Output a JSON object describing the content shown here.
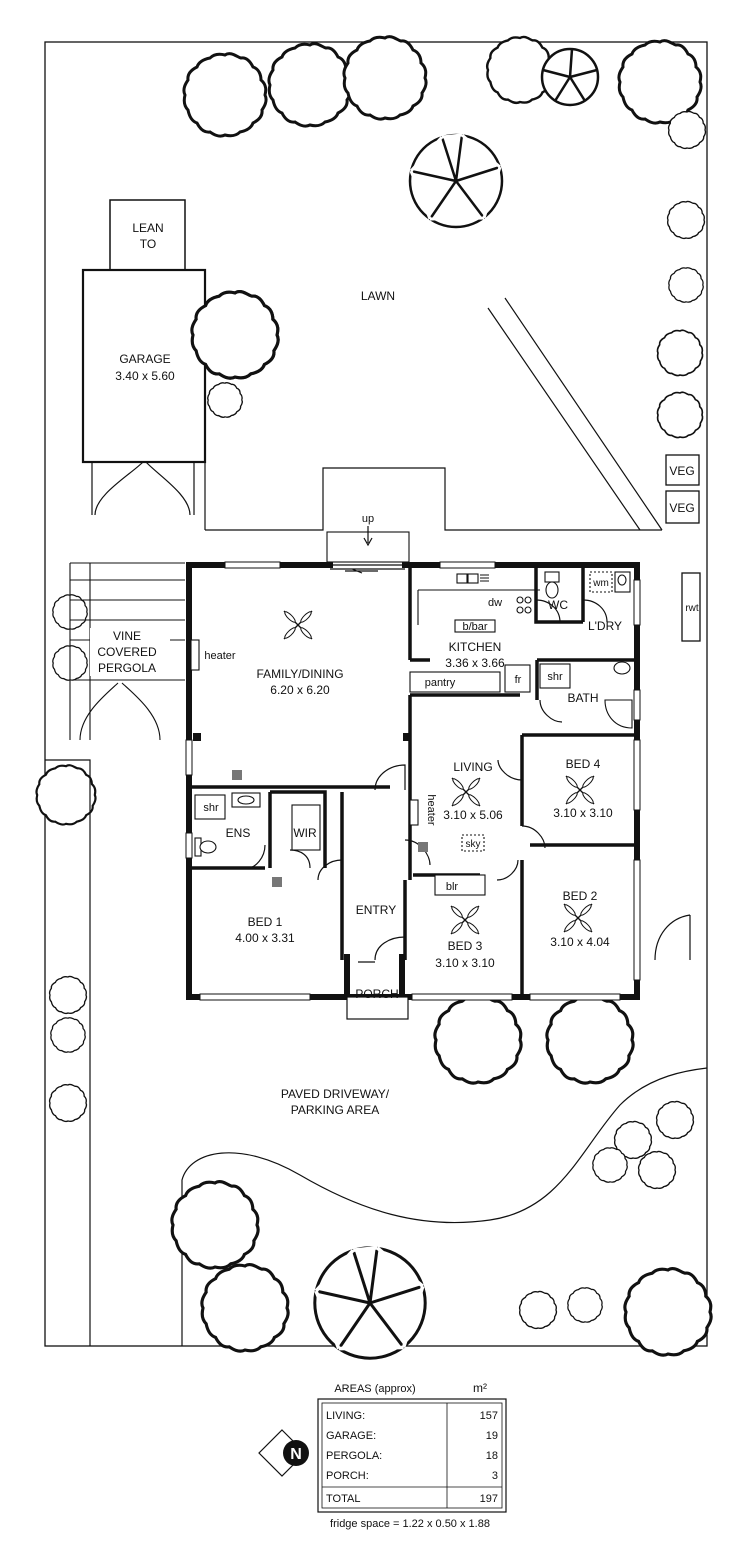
{
  "labels": {
    "lean_to": [
      "LEAN",
      "TO"
    ],
    "garage": [
      "GARAGE",
      "3.40 x 5.60"
    ],
    "lawn": "LAWN",
    "veg1": "VEG",
    "veg2": "VEG",
    "up": "up",
    "vine": [
      "VINE",
      "COVERED",
      "PERGOLA"
    ],
    "heater1": "heater",
    "family": [
      "FAMILY/DINING",
      "6.20 x 6.20"
    ],
    "dw": "dw",
    "wc": "WC",
    "wm": "wm",
    "ldry": "L'DRY",
    "rwt": "rwt",
    "bbar": "b/bar",
    "kitchen": [
      "KITCHEN",
      "3.36 x 3.66"
    ],
    "pantry": "pantry",
    "fr": "fr",
    "shr_bath": "shr",
    "bath": "BATH",
    "living": [
      "LIVING",
      "3.10 x 5.06"
    ],
    "heater2": "heater",
    "sky": "sky",
    "bed4": [
      "BED 4",
      "3.10 x 3.10"
    ],
    "shr_ens": "shr",
    "ens": "ENS",
    "wir": "WIR",
    "bed1": [
      "BED 1",
      "4.00 x 3.31"
    ],
    "entry": "ENTRY",
    "blr": "blr",
    "bed3": [
      "BED 3",
      "3.10 x 3.10"
    ],
    "bed2": [
      "BED 2",
      "3.10 x 4.04"
    ],
    "porch": "PORCH",
    "driveway": [
      "PAVED DRIVEWAY/",
      "PARKING AREA"
    ]
  },
  "areas_table": {
    "title": "AREAS (approx)",
    "unit": "m²",
    "rows": [
      {
        "label": "LIVING:",
        "value": "157"
      },
      {
        "label": "GARAGE:",
        "value": "19"
      },
      {
        "label": "PERGOLA:",
        "value": "18"
      },
      {
        "label": "PORCH:",
        "value": "3"
      }
    ],
    "total_label": "TOTAL",
    "total_value": "197"
  },
  "fridge_note": "fridge space = 1.22 x 0.50 x 1.88",
  "compass": "N"
}
